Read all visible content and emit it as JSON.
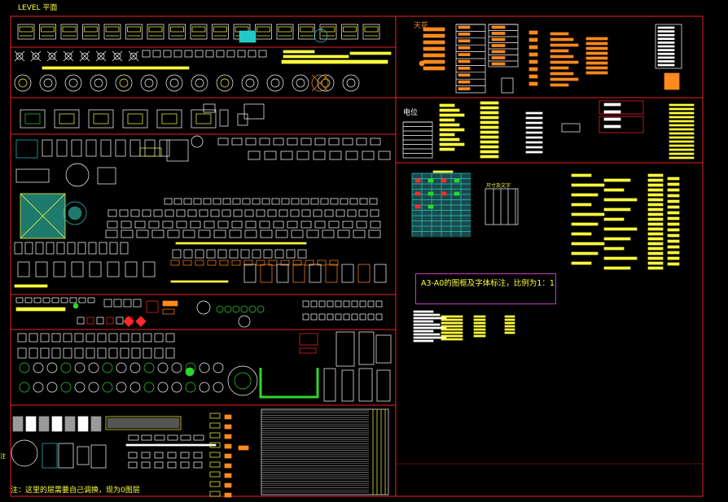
{
  "drawing": {
    "title": "LEVEL 平面",
    "sections": {
      "ceiling": "天花",
      "electrical": "电位",
      "size_text": "尺寸及文字"
    },
    "frame_note": "A3-A0的图框及字体标注，比例为1：1",
    "footer_note": "注：这里的层需要自己调换，现为0图层",
    "left_marker": "注"
  },
  "colors": {
    "background": "#000000",
    "frame": "#e8232a",
    "yellow": "#ffff3c",
    "white": "#ffffff",
    "orange": "#ff8a1e",
    "green": "#2ed62e",
    "cyan": "#22c8c8",
    "magenta": "#c040c0",
    "red": "#ff2a2a"
  },
  "icons": [
    "sofa-block-icon",
    "table-chair-block-icon",
    "round-table-icon",
    "bed-block-icon",
    "plant-block-icon",
    "car-block-icon",
    "spa-pattern-icon",
    "lamp-symbol-icon",
    "door-symbol-icon",
    "sanitary-ware-icon",
    "stair-hatch-icon",
    "legend-table-icon"
  ]
}
